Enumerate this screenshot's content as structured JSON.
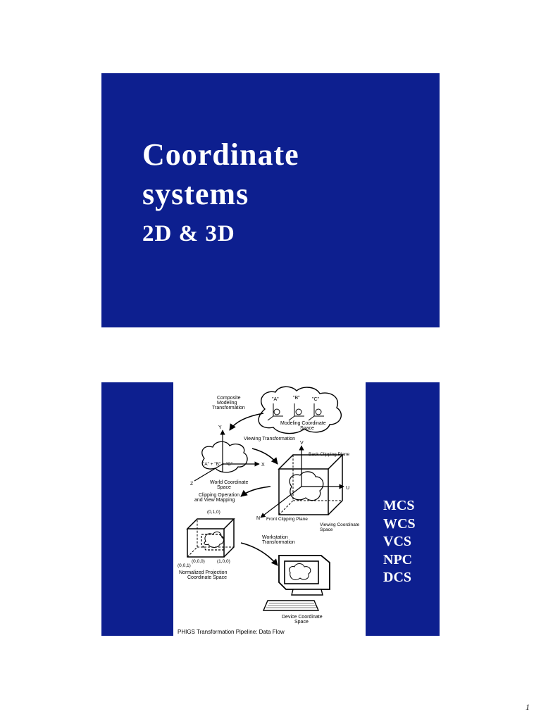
{
  "slide1": {
    "title_line1": "Coordinate",
    "title_line2": "systems",
    "subtitle": "2D & 3D"
  },
  "slide2": {
    "figure": {
      "composite_label_1": "Composite",
      "composite_label_2": "Modeling",
      "composite_label_3": "Transformation",
      "cloud_a": "\"A\"",
      "cloud_b": "\"B\"",
      "cloud_c": "\"C\"",
      "modeling_space_1": "Modeling Coordinate",
      "modeling_space_2": "Space",
      "viewing_transformation": "Viewing Transformation",
      "axis_y": "Y",
      "axis_x": "X",
      "axis_z": "Z",
      "world_sum": "\"A\" + \"B\" + \"C\"",
      "world_space_1": "World Coordinate",
      "world_space_2": "Space",
      "axis_v": "V",
      "back_clipping": "Back Clipping Plane",
      "axis_u": "U",
      "axis_n": "N",
      "clipping_op_1": "Clipping Operation",
      "clipping_op_2": "and View Mapping",
      "front_clipping": "Front Clipping Plane",
      "viewing_space_1": "Viewing Coordinate",
      "viewing_space_2": "Space",
      "coord_010": "(0,1,0)",
      "coord_000": "(0,0,0)",
      "coord_100": "(1,0,0)",
      "coord_001": "(0,0,1)",
      "workstation_1": "Workstation",
      "workstation_2": "Transformation",
      "npc_space_1": "Normalized Projection",
      "npc_space_2": "Coordinate Space",
      "device_space_1": "Device Coordinate",
      "device_space_2": "Space",
      "caption": "PHIGS Transformation Pipeline: Data Flow"
    },
    "acronyms": [
      "MCS",
      "WCS",
      "VCS",
      "NPC",
      "DCS"
    ]
  },
  "page_number": "1"
}
